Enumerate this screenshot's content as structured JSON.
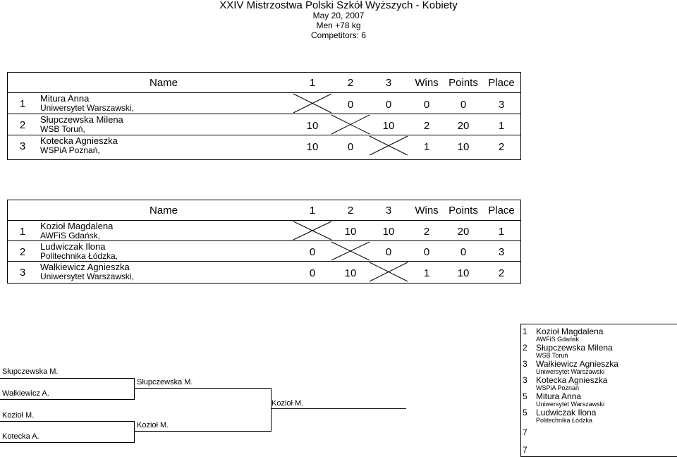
{
  "header": {
    "title": "XXIV Mistrzostwa Polski Szkół Wyższych - Kobiety",
    "date": "May 20, 2007",
    "category": "Men +78 kg",
    "competitors": "Competitors: 6"
  },
  "pools": [
    {
      "headers": [
        "Name",
        "1",
        "2",
        "3",
        "Wins",
        "Points",
        "Place"
      ],
      "rows": [
        {
          "seed": "1",
          "name": "Mitura Anna",
          "club": "Uniwersytet Warszawski,",
          "scores": [
            "",
            "0",
            "0"
          ],
          "wins": "0",
          "points": "0",
          "place": "3"
        },
        {
          "seed": "2",
          "name": "Słupczewska Milena",
          "club": "WSB Toruń,",
          "scores": [
            "10",
            "",
            "10"
          ],
          "wins": "2",
          "points": "20",
          "place": "1"
        },
        {
          "seed": "3",
          "name": "Kotecka Agnieszka",
          "club": "WSPiA Poznań,",
          "scores": [
            "10",
            "0",
            ""
          ],
          "wins": "1",
          "points": "10",
          "place": "2"
        }
      ]
    },
    {
      "headers": [
        "Name",
        "1",
        "2",
        "3",
        "Wins",
        "Points",
        "Place"
      ],
      "rows": [
        {
          "seed": "1",
          "name": "Kozioł Magdalena",
          "club": "AWFiS Gdańsk,",
          "scores": [
            "",
            "10",
            "10"
          ],
          "wins": "2",
          "points": "20",
          "place": "1"
        },
        {
          "seed": "2",
          "name": "Ludwiczak Ilona",
          "club": "Politechnika Łódzka,",
          "scores": [
            "0",
            "",
            "0"
          ],
          "wins": "0",
          "points": "0",
          "place": "3"
        },
        {
          "seed": "3",
          "name": "Wałkiewicz Agnieszka",
          "club": "Uniwersytet Warszawski,",
          "scores": [
            "0",
            "10",
            ""
          ],
          "wins": "1",
          "points": "10",
          "place": "2"
        }
      ]
    }
  ],
  "bracket": {
    "r1": [
      "Słupczewska M.",
      "Wałkiewicz A.",
      "Kozioł M.",
      "Kotecka A."
    ],
    "r2": [
      "Słupczewska M.",
      "Kozioł M."
    ],
    "final": "Kozioł M."
  },
  "results": [
    {
      "rank": "1",
      "name": "Kozioł Magdalena",
      "club": "AWFiS Gdańsk"
    },
    {
      "rank": "2",
      "name": "Słupczewska Milena",
      "club": "WSB Toruń"
    },
    {
      "rank": "3",
      "name": "Wałkiewicz Agnieszka",
      "club": "Uniwersytet Warszawski"
    },
    {
      "rank": "3",
      "name": "Kotecka Agnieszka",
      "club": "WSPiA Poznań"
    },
    {
      "rank": "5",
      "name": "Mitura Anna",
      "club": "Uniwersytet Warszawski"
    },
    {
      "rank": "5",
      "name": "Ludwiczak Ilona",
      "club": "Politechnika Łódzka"
    },
    {
      "rank": "7",
      "name": "",
      "club": ""
    },
    {
      "rank": "7",
      "name": "",
      "club": ""
    }
  ]
}
